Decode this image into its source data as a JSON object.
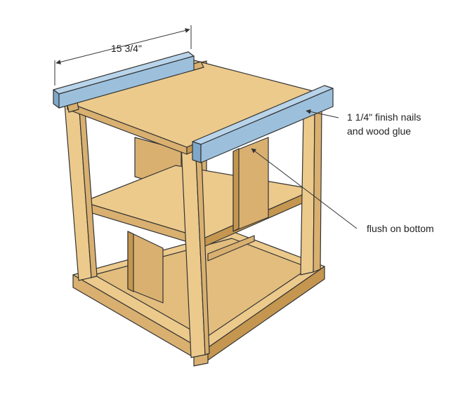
{
  "dimension": {
    "text": "15 3/4\""
  },
  "callouts": {
    "nails_line1": "1 1/4\" finish nails",
    "nails_line2": "and wood glue",
    "flush": "flush on bottom"
  },
  "colors": {
    "wood_light": "#ecca8c",
    "wood_mid": "#d9b070",
    "wood_dark": "#c4964f",
    "highlight_board": "#9cc0dc",
    "outline": "#333333"
  }
}
